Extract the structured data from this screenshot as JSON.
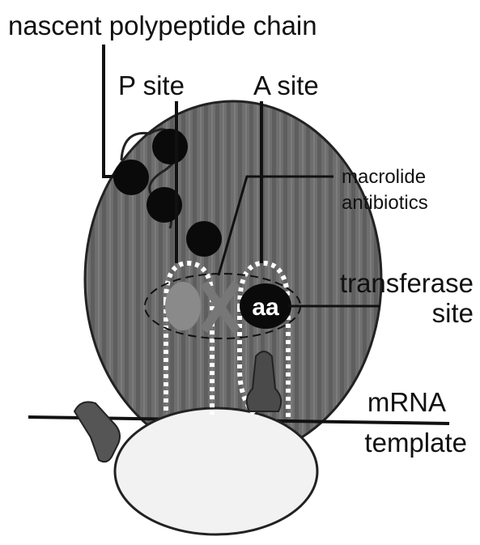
{
  "labels": {
    "nascent_chain": "nascent polypeptide chain",
    "p_site": "P site",
    "a_site": "A site",
    "macrolide_line1": "macrolide",
    "macrolide_line2": "antibiotics",
    "transferase_line1": "transferase",
    "transferase_line2": "site",
    "aa": "aa",
    "mrna_line1": "mRNA",
    "mrna_line2": "template"
  },
  "colors": {
    "large_subunit": "#6b6b6b",
    "small_subunit": "#f2f2f2",
    "amino_acid": "#0a0a0a",
    "trna": "#5a5a5a",
    "trna_outline": "#ffffff"
  }
}
